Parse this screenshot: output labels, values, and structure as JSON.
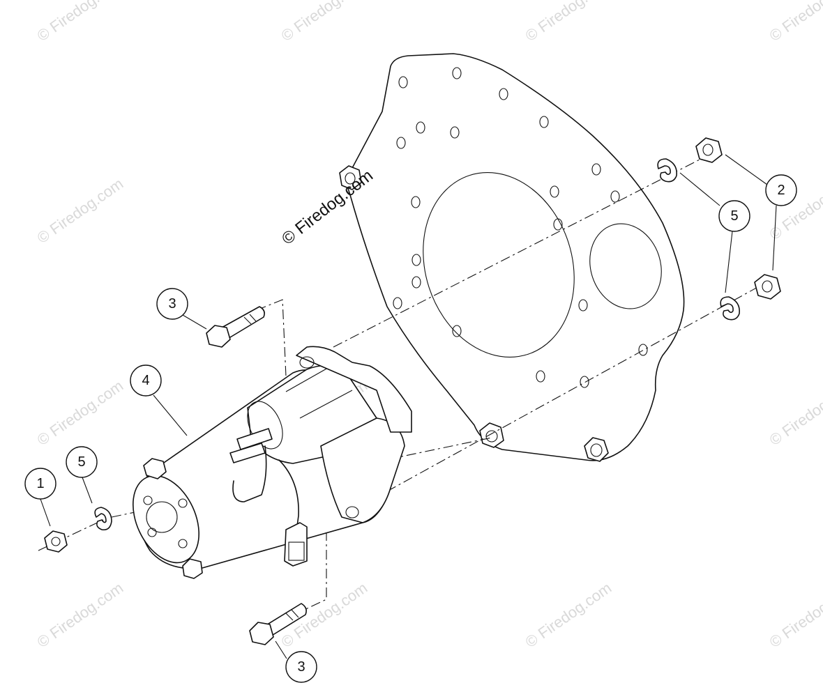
{
  "watermark": {
    "faint_text": "© Firedog.com",
    "main_text": "© Firedog.com"
  },
  "callouts": {
    "c1": "1",
    "c2": "2",
    "c3_top": "3",
    "c3_bottom": "3",
    "c4": "4",
    "c5_left": "5",
    "c5_top_right": "5"
  }
}
